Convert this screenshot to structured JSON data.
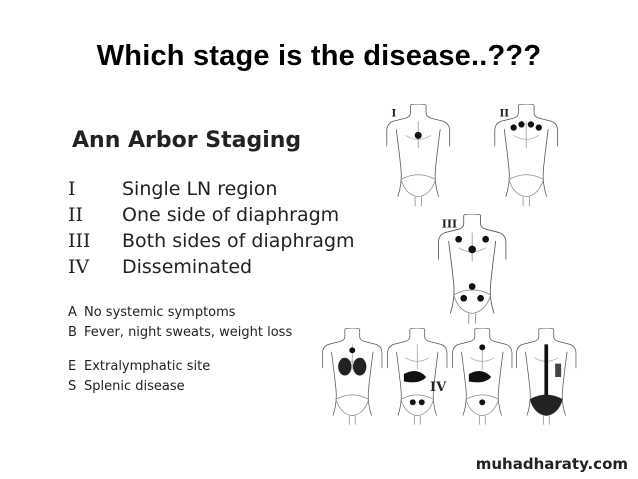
{
  "slide": {
    "title": "Which stage is the disease..???",
    "heading": "Ann Arbor Staging",
    "stages": [
      {
        "numeral": "I",
        "description": "Single LN region"
      },
      {
        "numeral": "II",
        "description": "One side of diaphragm"
      },
      {
        "numeral": "III",
        "description": "Both sides of diaphragm"
      },
      {
        "numeral": "IV",
        "description": "Disseminated"
      }
    ],
    "symptoms": [
      {
        "letter": "A",
        "description": "No systemic symptoms"
      },
      {
        "letter": "B",
        "description": "Fever, night sweats, weight loss"
      }
    ],
    "sites": [
      {
        "letter": "E",
        "description": "Extralymphatic site"
      },
      {
        "letter": "S",
        "description": "Splenic disease"
      }
    ],
    "figure_labels": {
      "stage_1": "I",
      "stage_2": "II",
      "stage_3": "III",
      "stage_4": "IV"
    },
    "watermark": "muhadharaty.com"
  }
}
